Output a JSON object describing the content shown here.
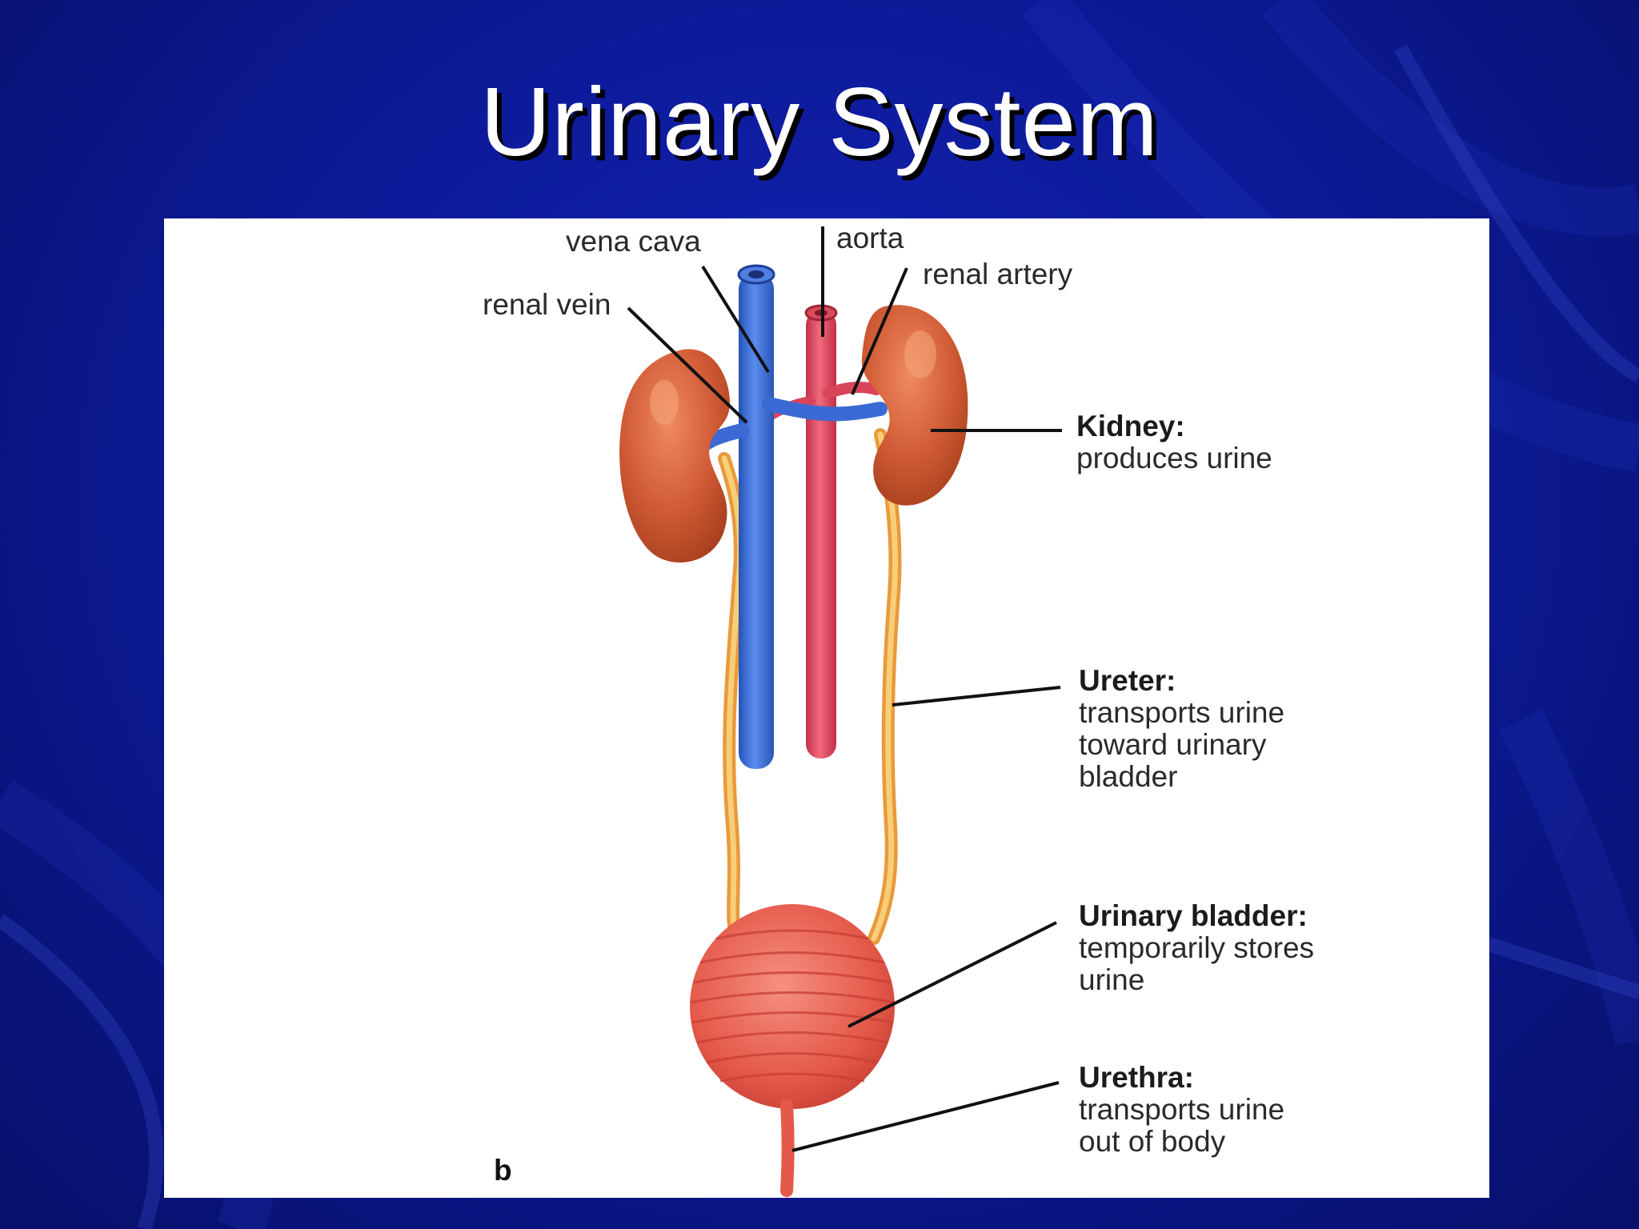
{
  "slide": {
    "title": "Urinary System"
  },
  "figure": {
    "panel_letter": "b",
    "vessel_labels": {
      "vena_cava": "vena cava",
      "aorta": "aorta",
      "renal_artery": "renal artery",
      "renal_vein": "renal vein"
    },
    "organs": [
      {
        "name": "Kidney:",
        "lines": [
          "produces urine"
        ]
      },
      {
        "name": "Ureter:",
        "lines": [
          "transports urine",
          "toward urinary",
          "bladder"
        ]
      },
      {
        "name": "Urinary bladder:",
        "lines": [
          "temporarily stores",
          "urine"
        ]
      },
      {
        "name": "Urethra:",
        "lines": [
          "transports urine",
          "out of body"
        ]
      }
    ]
  },
  "colors": {
    "background": "#0d1a9a",
    "kidney": "#c9502e",
    "vena_cava": "#3a6fd8",
    "aorta": "#e0455a",
    "ureter": "#f2b24a",
    "bladder": "#e8604f"
  }
}
